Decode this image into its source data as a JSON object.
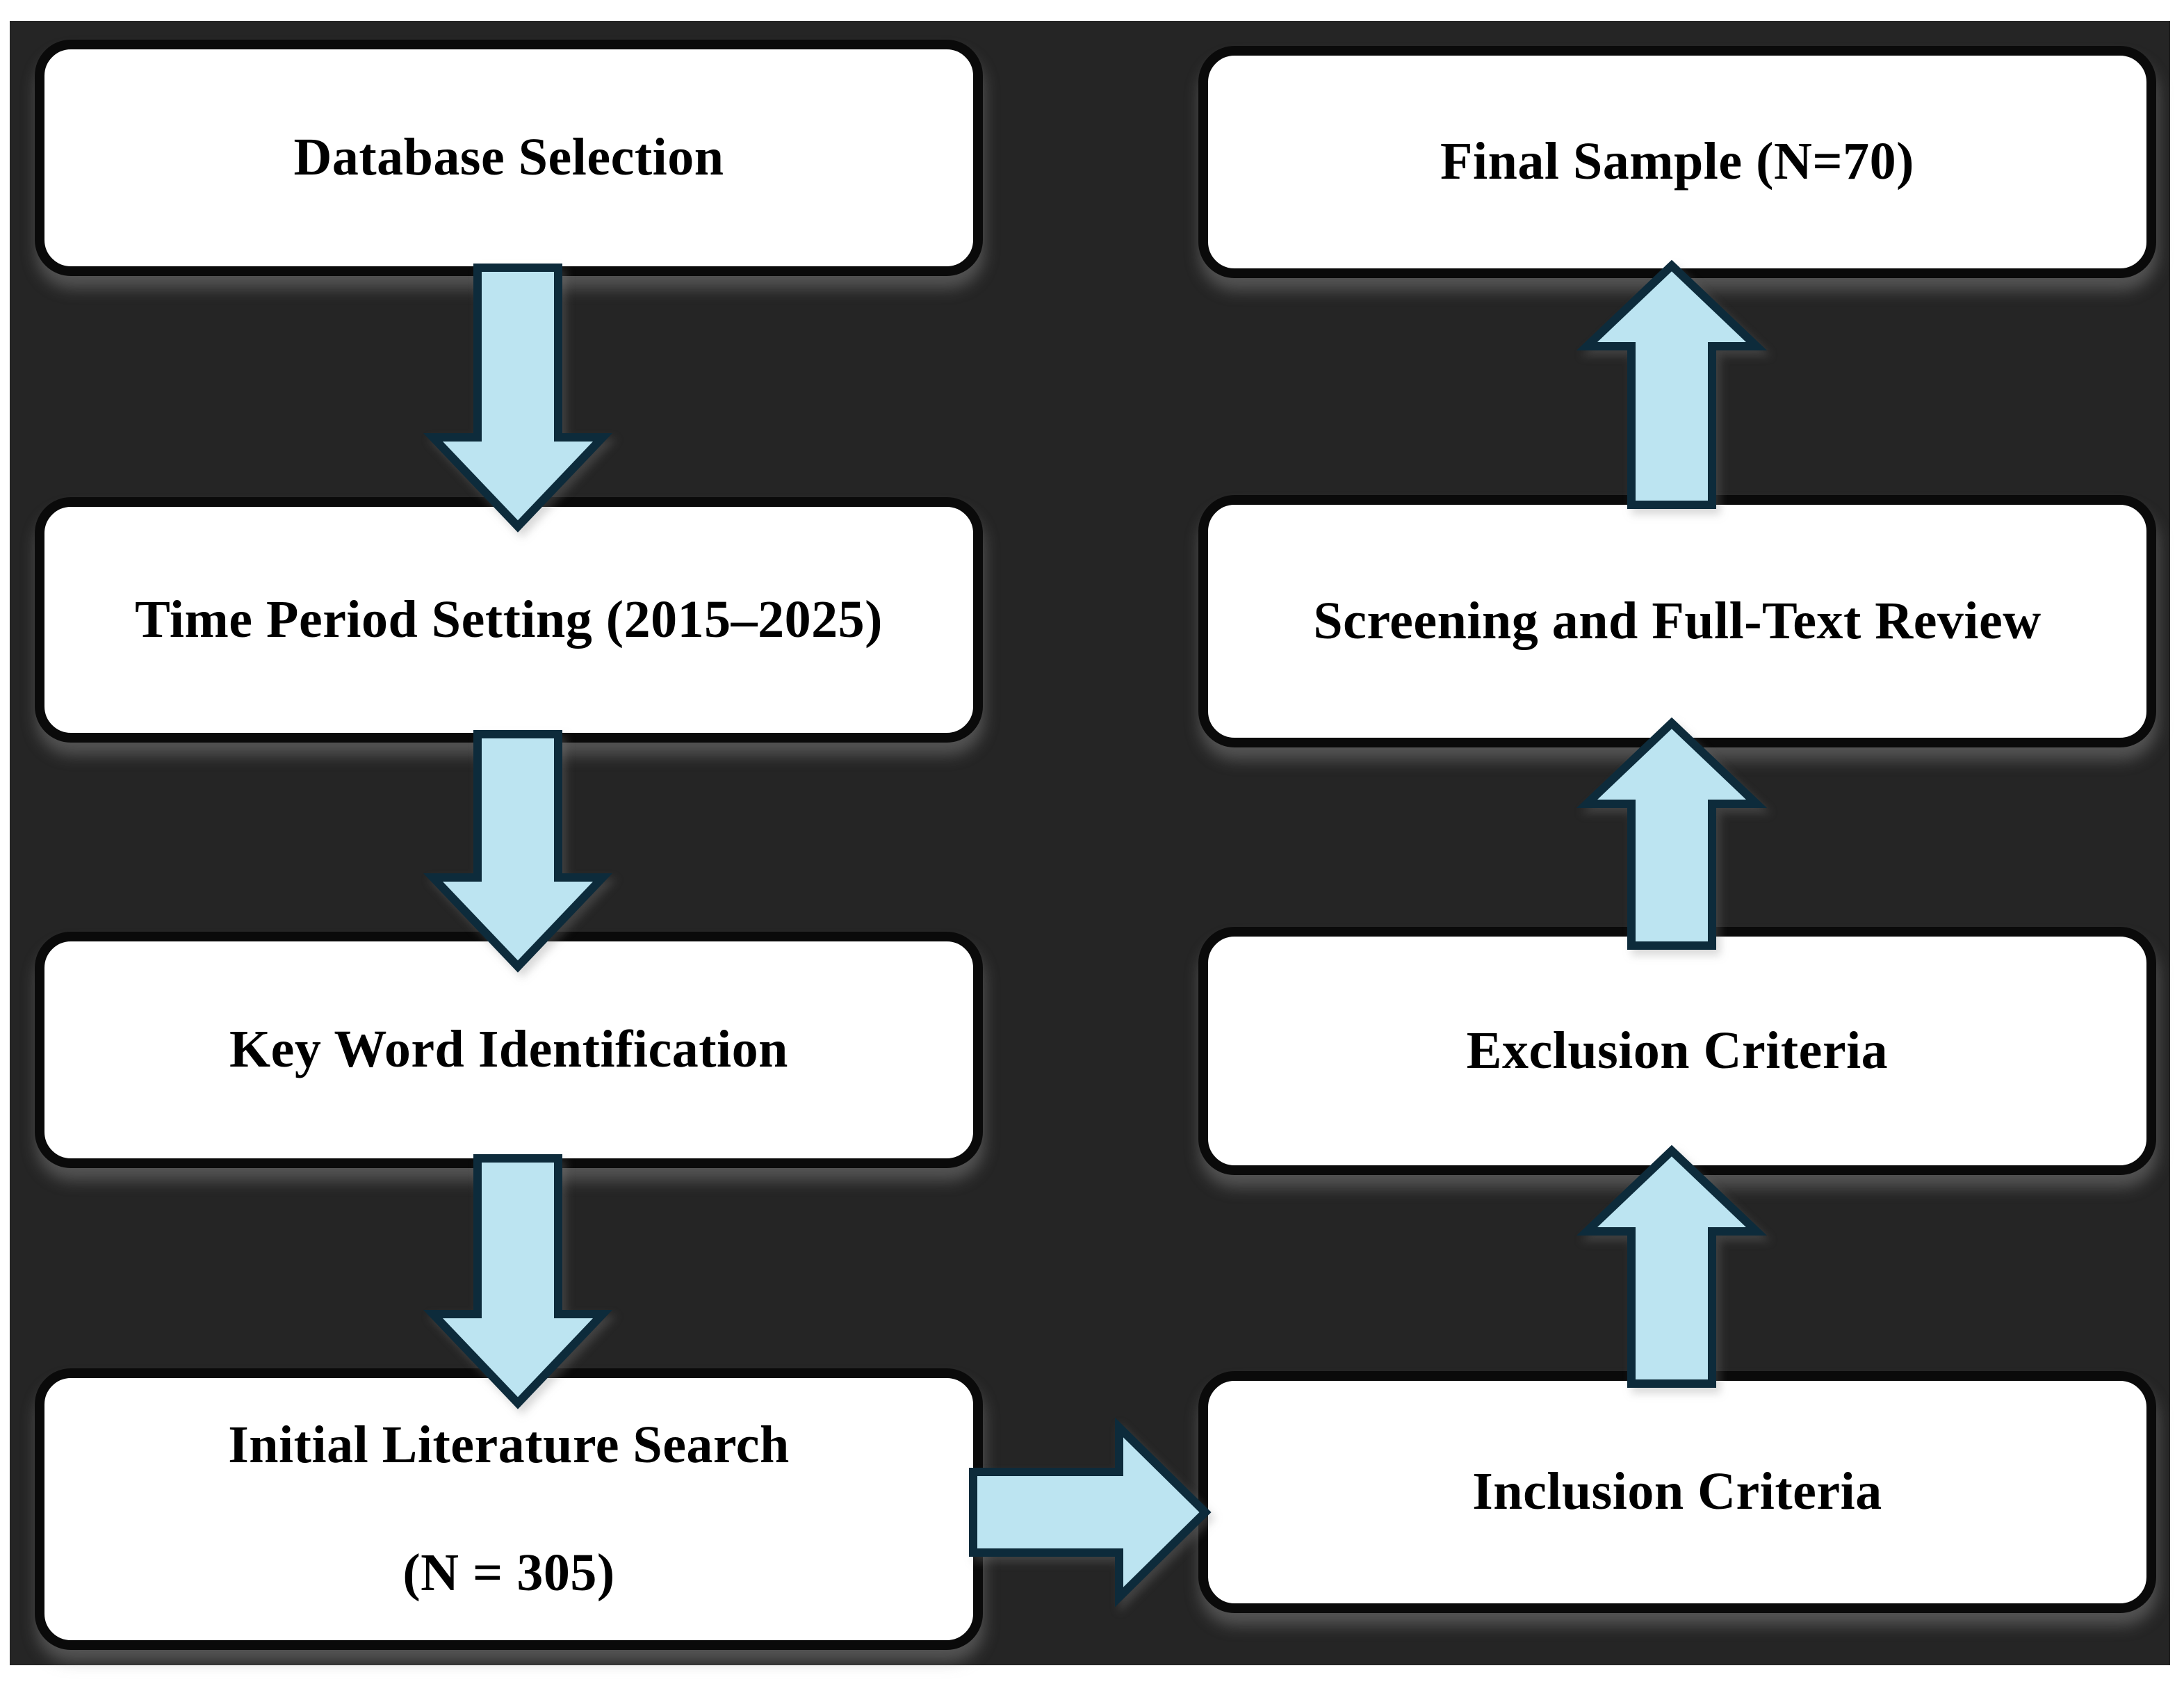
{
  "colors": {
    "page_background": "#ffffff",
    "panel_background": "#252525",
    "box_fill": "#ffffff",
    "box_border": "#0a0a0a",
    "label_color": "#000000",
    "arrow_fill": "#bce4f1",
    "arrow_stroke": "#0d2b3b"
  },
  "nodes": [
    {
      "id": "database-selection",
      "label": "Database Selection"
    },
    {
      "id": "time-period-setting",
      "label": "Time Period Setting (2015–2025)"
    },
    {
      "id": "key-word-identification",
      "label": "Key Word Identification"
    },
    {
      "id": "initial-literature-search",
      "label": "Initial Literature Search",
      "sublabel": "(N = 305)"
    },
    {
      "id": "final-sample",
      "label": "Final Sample (N=70)"
    },
    {
      "id": "screening-full-text-review",
      "label": "Screening and Full-Text Review"
    },
    {
      "id": "exclusion-criteria",
      "label": "Exclusion Criteria"
    },
    {
      "id": "inclusion-criteria",
      "label": "Inclusion Criteria"
    }
  ],
  "arrows": [
    {
      "from": "database-selection",
      "to": "time-period-setting",
      "direction": "down"
    },
    {
      "from": "time-period-setting",
      "to": "key-word-identification",
      "direction": "down"
    },
    {
      "from": "key-word-identification",
      "to": "initial-literature-search",
      "direction": "down"
    },
    {
      "from": "initial-literature-search",
      "to": "inclusion-criteria",
      "direction": "right"
    },
    {
      "from": "inclusion-criteria",
      "to": "exclusion-criteria",
      "direction": "up"
    },
    {
      "from": "exclusion-criteria",
      "to": "screening-full-text-review",
      "direction": "up"
    },
    {
      "from": "screening-full-text-review",
      "to": "final-sample",
      "direction": "up"
    }
  ]
}
